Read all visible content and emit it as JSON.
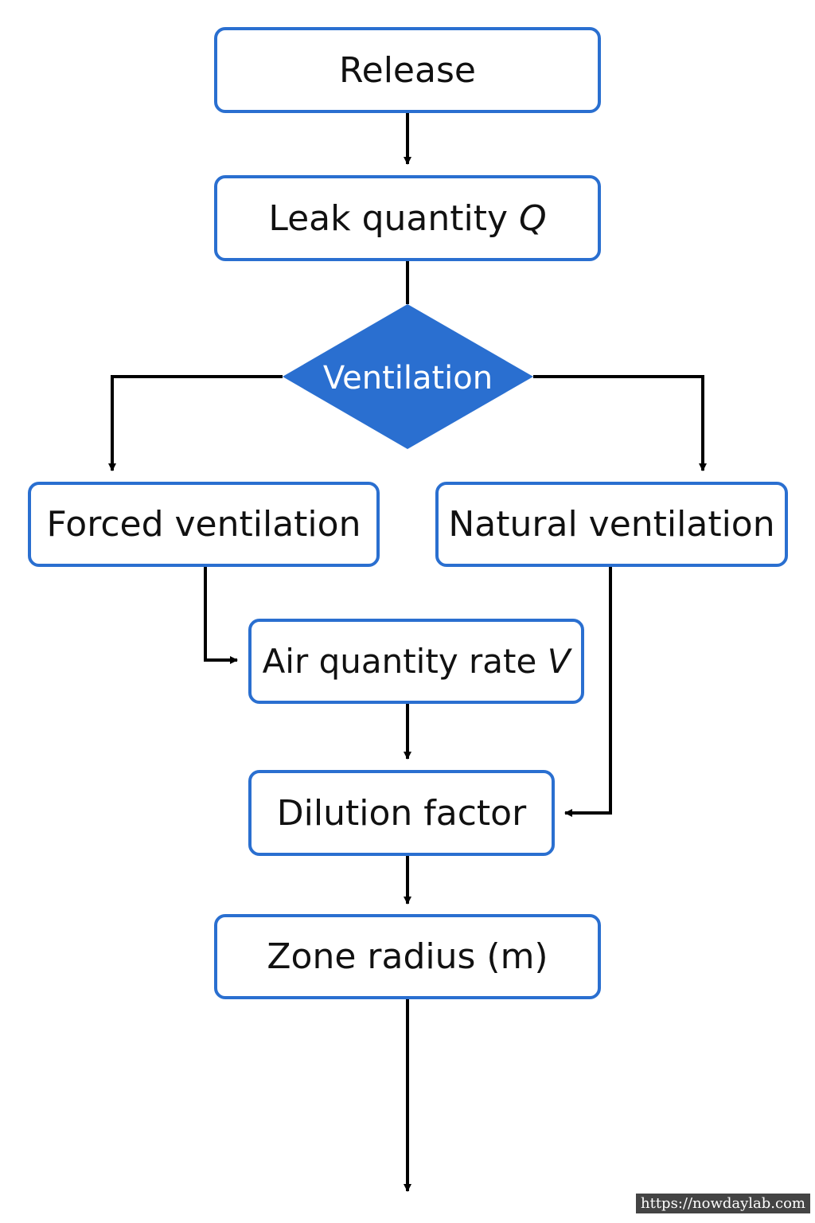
{
  "nodes": {
    "release": "Release",
    "leak_quantity": {
      "text": "Leak quantity ",
      "var": "Q"
    },
    "ventilation": "Ventilation",
    "forced": "Forced ventilation",
    "natural": "Natural ventilation",
    "air_quantity": {
      "text": "Air quantity rate ",
      "var": "V"
    },
    "dilution": "Dilution factor",
    "zone_radius": "Zone radius (m)"
  },
  "colors": {
    "box_border": "#2a6fd0",
    "diamond_fill": "#2a6fd0",
    "connector": "#000000",
    "text": "#111111"
  },
  "watermark": "https://nowdaylab.com"
}
